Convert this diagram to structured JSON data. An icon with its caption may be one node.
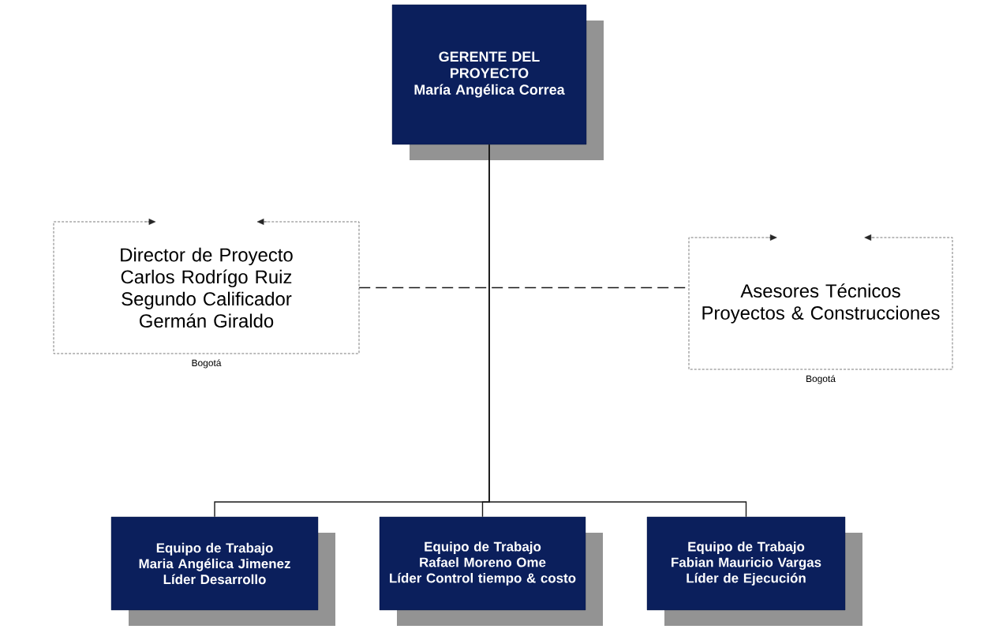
{
  "diagram": {
    "nodes": [
      {
        "text": [
          "GERENTE DEL PROYECTO",
          "María Angélica Correa"
        ]
      },
      {
        "text": [
          "Director de Proyecto",
          "Carlos Rodrígo Ruiz",
          "Segundo Calificador",
          "Germán Giraldo"
        ],
        "beside": [
          "Bogotá"
        ]
      },
      {
        "text": [
          "Asesores Técnicos",
          "Proyectos & Construcciones"
        ],
        "beside": [
          "Bogotá"
        ]
      },
      {
        "text": [
          "Equipo de Trabajo",
          "Maria Angélica Jimenez",
          "Líder Desarrollo"
        ]
      },
      {
        "text": [
          "Equipo de Trabajo",
          "Rafael Moreno Ome",
          "Líder Control tiempo & costo"
        ]
      },
      {
        "text": [
          "Equipo de Trabajo",
          "Fabian Mauricio Vargas",
          "Líder de Ejecución"
        ]
      }
    ],
    "edges": [
      {
        "from": 0,
        "to": 3,
        "arrow": "none"
      },
      {
        "from": 0,
        "to": 4,
        "arrow": "none"
      },
      {
        "from": 0,
        "to": 5,
        "arrow": "none"
      },
      {
        "from": 1,
        "to": 2,
        "arrow": "none",
        "style": "dashed"
      }
    ]
  }
}
